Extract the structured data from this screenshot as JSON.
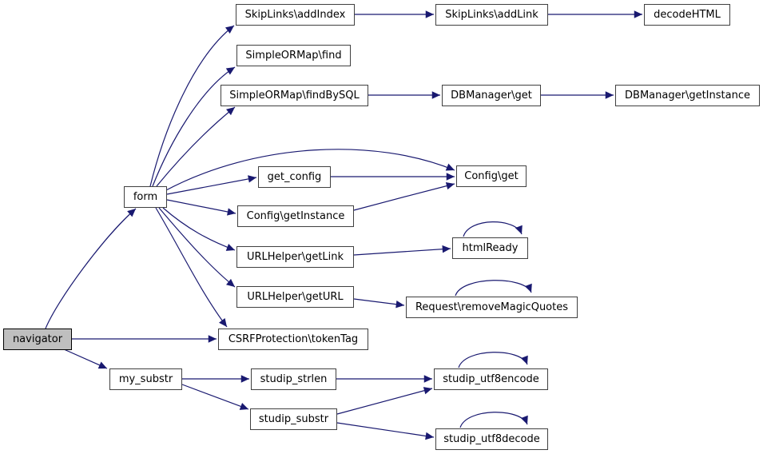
{
  "colors": {
    "background": "#ffffff",
    "edge": "#191970",
    "node_border": "#404040",
    "node_fill": "#ffffff",
    "node_text": "#000000",
    "highlight_fill": "#bfbfbf",
    "highlight_border": "#000000"
  },
  "diagram": {
    "type": "call-graph",
    "nodes": {
      "navigator": {
        "label": "navigator",
        "highlighted": true
      },
      "form": {
        "label": "form"
      },
      "skiplinks_addindex": {
        "label": "SkipLinks\\addIndex"
      },
      "skiplinks_addlink": {
        "label": "SkipLinks\\addLink"
      },
      "decodehtml": {
        "label": "decodeHTML"
      },
      "simpleormap_find": {
        "label": "SimpleORMap\\find"
      },
      "simpleormap_findbysql": {
        "label": "SimpleORMap\\findBySQL"
      },
      "dbmanager_get": {
        "label": "DBManager\\get"
      },
      "dbmanager_getinstance": {
        "label": "DBManager\\getInstance"
      },
      "get_config": {
        "label": "get_config"
      },
      "config_get": {
        "label": "Config\\get"
      },
      "config_getinstance": {
        "label": "Config\\getInstance"
      },
      "urlhelper_getlink": {
        "label": "URLHelper\\getLink"
      },
      "htmlready": {
        "label": "htmlReady"
      },
      "urlhelper_geturl": {
        "label": "URLHelper\\getURL"
      },
      "request_removemagicquotes": {
        "label": "Request\\removeMagicQuotes"
      },
      "csrfprotection_tokentag": {
        "label": "CSRFProtection\\tokenTag"
      },
      "my_substr": {
        "label": "my_substr"
      },
      "studip_strlen": {
        "label": "studip_strlen"
      },
      "studip_utf8encode": {
        "label": "studip_utf8encode"
      },
      "studip_substr": {
        "label": "studip_substr"
      },
      "studip_utf8decode": {
        "label": "studip_utf8decode"
      }
    },
    "edges": [
      {
        "from": "navigator",
        "to": "form"
      },
      {
        "from": "navigator",
        "to": "csrfprotection_tokentag"
      },
      {
        "from": "navigator",
        "to": "my_substr"
      },
      {
        "from": "form",
        "to": "skiplinks_addindex"
      },
      {
        "from": "form",
        "to": "simpleormap_find"
      },
      {
        "from": "form",
        "to": "simpleormap_findbysql"
      },
      {
        "from": "form",
        "to": "config_get"
      },
      {
        "from": "form",
        "to": "get_config"
      },
      {
        "from": "form",
        "to": "config_getinstance"
      },
      {
        "from": "form",
        "to": "urlhelper_getlink"
      },
      {
        "from": "form",
        "to": "urlhelper_geturl"
      },
      {
        "from": "form",
        "to": "csrfprotection_tokentag"
      },
      {
        "from": "skiplinks_addindex",
        "to": "skiplinks_addlink"
      },
      {
        "from": "skiplinks_addlink",
        "to": "decodehtml"
      },
      {
        "from": "simpleormap_findbysql",
        "to": "dbmanager_get"
      },
      {
        "from": "dbmanager_get",
        "to": "dbmanager_getinstance"
      },
      {
        "from": "get_config",
        "to": "config_get"
      },
      {
        "from": "config_getinstance",
        "to": "config_get"
      },
      {
        "from": "urlhelper_getlink",
        "to": "htmlready"
      },
      {
        "from": "htmlready",
        "to": "htmlready"
      },
      {
        "from": "urlhelper_geturl",
        "to": "request_removemagicquotes"
      },
      {
        "from": "request_removemagicquotes",
        "to": "request_removemagicquotes"
      },
      {
        "from": "my_substr",
        "to": "studip_strlen"
      },
      {
        "from": "my_substr",
        "to": "studip_substr"
      },
      {
        "from": "studip_strlen",
        "to": "studip_utf8encode"
      },
      {
        "from": "studip_substr",
        "to": "studip_utf8encode"
      },
      {
        "from": "studip_substr",
        "to": "studip_utf8decode"
      },
      {
        "from": "studip_utf8encode",
        "to": "studip_utf8encode"
      },
      {
        "from": "studip_utf8decode",
        "to": "studip_utf8decode"
      }
    ]
  }
}
